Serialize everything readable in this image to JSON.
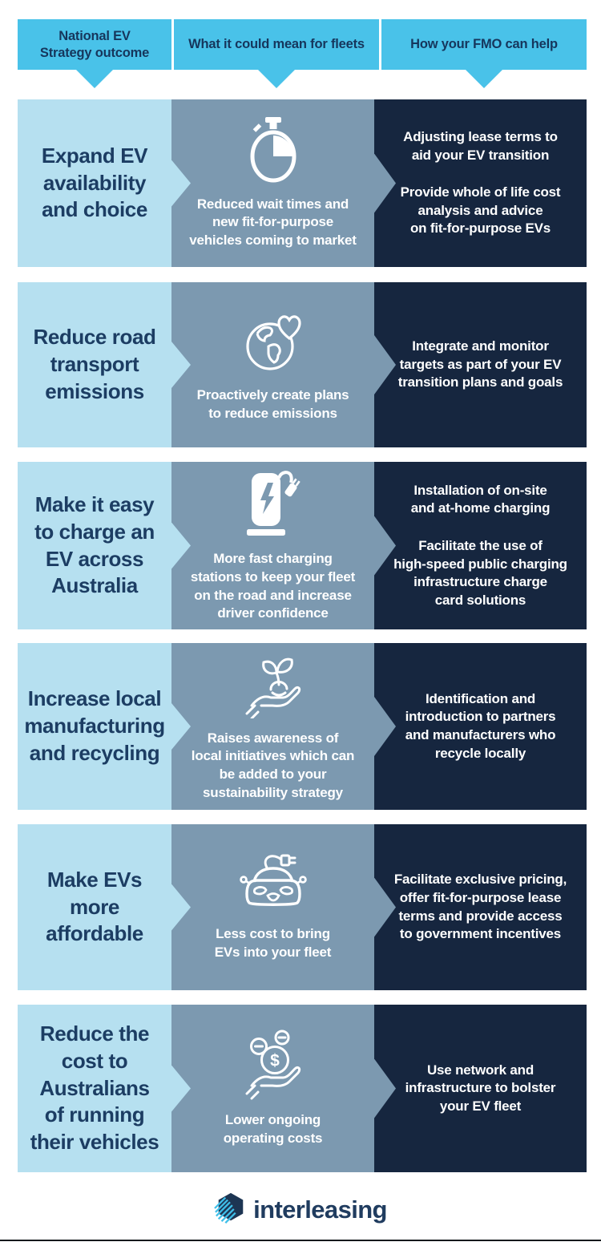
{
  "palette": {
    "accent_cyan": "#49C2E9",
    "light_blue": "#B6E0F0",
    "steel_blue": "#7C99B0",
    "navy": "#16263F",
    "outcome_text": "#1C3D63",
    "header_text": "#16365C",
    "body_text": "#FFFFFF"
  },
  "header": {
    "columns": [
      {
        "label": "National EV\nStrategy outcome"
      },
      {
        "label": "What it could mean for fleets"
      },
      {
        "label": "How your FMO can help"
      }
    ]
  },
  "rows": [
    {
      "outcome": "Expand EV\navailability\nand choice",
      "icon": "stopwatch-icon",
      "fleet_meaning": "Reduced wait times and\nnew fit-for-purpose\nvehicles coming to market",
      "fmo_help": [
        "Adjusting lease terms to\naid your EV transition",
        "Provide whole of life cost\nanalysis and advice\non fit-for-purpose EVs"
      ]
    },
    {
      "outcome": "Reduce road\ntransport\nemissions",
      "icon": "globe-heart-icon",
      "fleet_meaning": "Proactively create plans\nto reduce emissions",
      "fmo_help": [
        "Integrate and monitor\ntargets as part of your EV\ntransition plans and goals"
      ]
    },
    {
      "outcome": "Make it easy\nto charge an\nEV across\nAustralia",
      "icon": "ev-charger-icon",
      "fleet_meaning": "More fast charging\nstations to keep your fleet\non the road and increase\ndriver confidence",
      "fmo_help": [
        "Installation of on-site\nand at-home charging",
        "Facilitate the use of\nhigh-speed public charging\ninfrastructure charge\ncard solutions"
      ]
    },
    {
      "outcome": "Increase local\nmanufacturing\nand recycling",
      "icon": "hand-seedling-icon",
      "fleet_meaning": "Raises awareness of\nlocal initiatives which can\nbe added to your\nsustainability strategy",
      "fmo_help": [
        "Identification and\nintroduction to partners\nand manufacturers who\nrecycle locally"
      ]
    },
    {
      "outcome": "Make EVs\nmore\naffordable",
      "icon": "ev-car-plug-icon",
      "fleet_meaning": "Less cost to bring\nEVs into your fleet",
      "fmo_help": [
        "Facilitate exclusive pricing,\noffer fit-for-purpose lease\nterms and provide access\nto government incentives"
      ]
    },
    {
      "outcome": "Reduce the\ncost to\nAustralians\nof running\ntheir vehicles",
      "icon": "hand-coins-icon",
      "fleet_meaning": "Lower ongoing\noperating costs",
      "fmo_help": [
        "Use network and\ninfrastructure to bolster\nyour EV fleet"
      ]
    }
  ],
  "footer": {
    "logo_text": "interleasing",
    "logo_icon": "interleasing-cube-icon"
  }
}
